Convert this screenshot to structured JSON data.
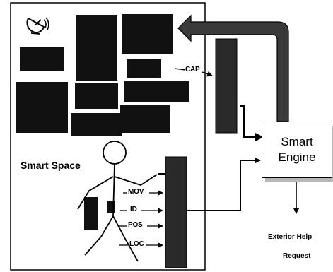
{
  "diagram": {
    "smart_space_label": "Smart Space",
    "smart_engine_label_line1": "Smart",
    "smart_engine_label_line2": "Engine",
    "cap_label": "CAP",
    "person_outputs": [
      "MOV",
      "ID",
      "POS",
      "LOC"
    ],
    "exterior_help_line1": "Exterior Help",
    "exterior_help_line2": "Request",
    "icon": "satellite-dish-icon"
  }
}
